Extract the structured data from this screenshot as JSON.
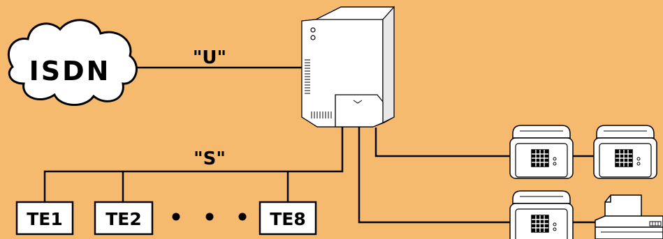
{
  "colors": {
    "background": "#F5BA6E",
    "line": "#000000",
    "device_fill": "#FFFFFF"
  },
  "network": {
    "cloud_label": "ISDN",
    "u_interface_label": "\"U\"",
    "s_interface_label": "\"S\""
  },
  "terminals": {
    "te1": "TE1",
    "te2": "TE2",
    "te8": "TE8"
  },
  "icons": {
    "cloud": "isdn-cloud-icon",
    "ntba": "ntba-box-icon",
    "phone": "telephone-icon",
    "fax": "fax-machine-icon",
    "dots": "ellipsis-dot-icon"
  }
}
